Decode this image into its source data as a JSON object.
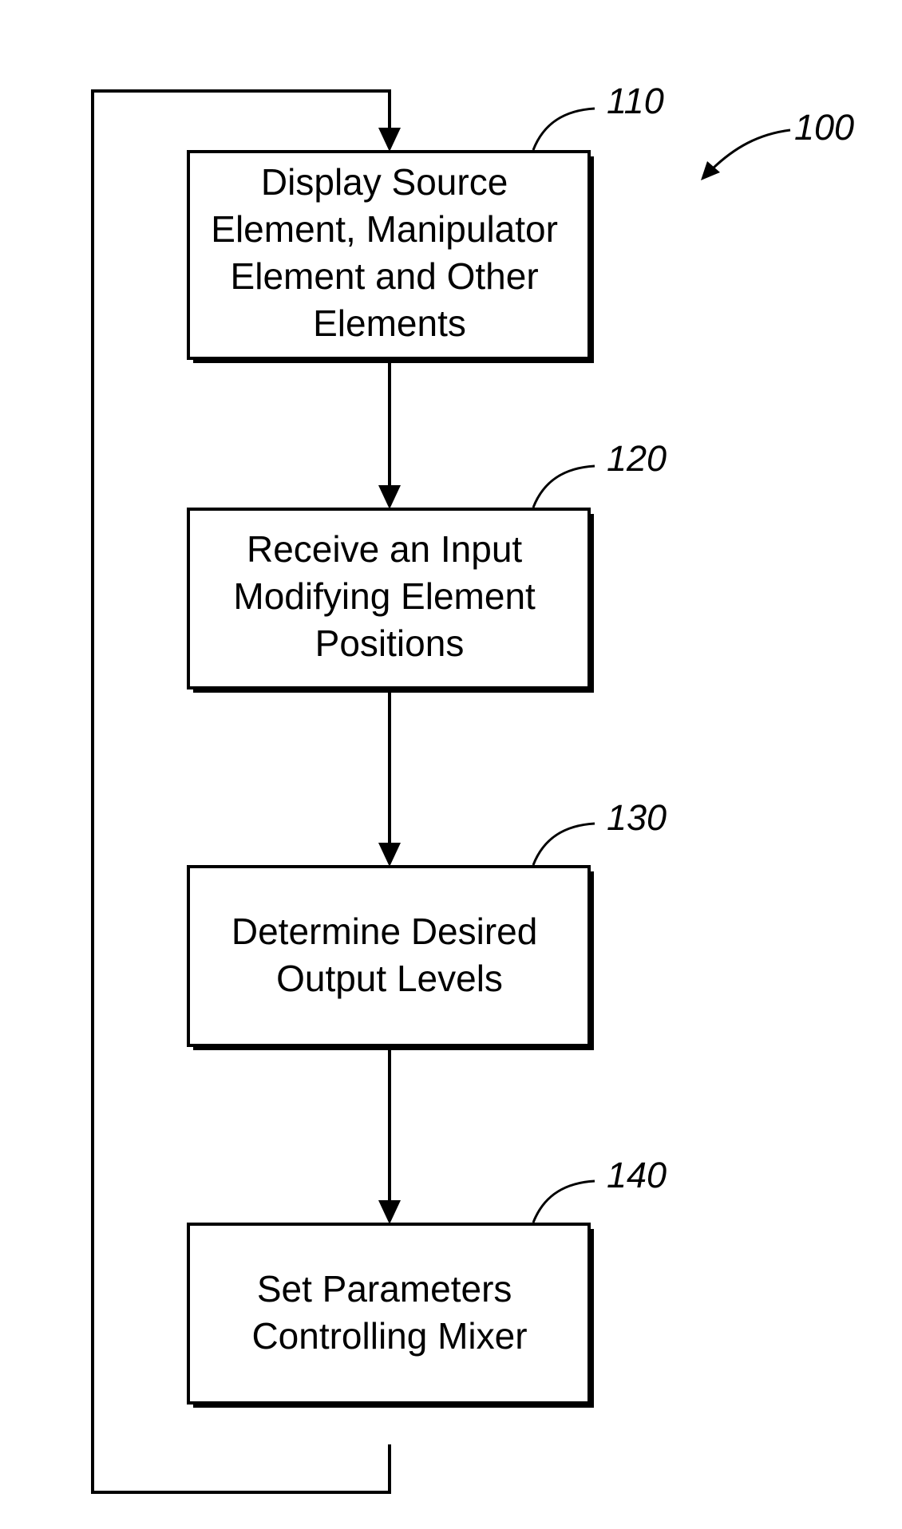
{
  "figure": {
    "ref": "100",
    "steps": [
      {
        "ref": "110",
        "lines": [
          "Display Source",
          "Element, Manipulator",
          "Element and Other",
          "Elements"
        ]
      },
      {
        "ref": "120",
        "lines": [
          "Receive an Input",
          "Modifying Element",
          "Positions"
        ]
      },
      {
        "ref": "130",
        "lines": [
          "Determine Desired",
          "Output Levels"
        ]
      },
      {
        "ref": "140",
        "lines": [
          "Set Parameters",
          "Controlling Mixer"
        ]
      }
    ]
  },
  "colors": {
    "stroke": "#000000",
    "fill": "#ffffff",
    "text": "#000000"
  }
}
